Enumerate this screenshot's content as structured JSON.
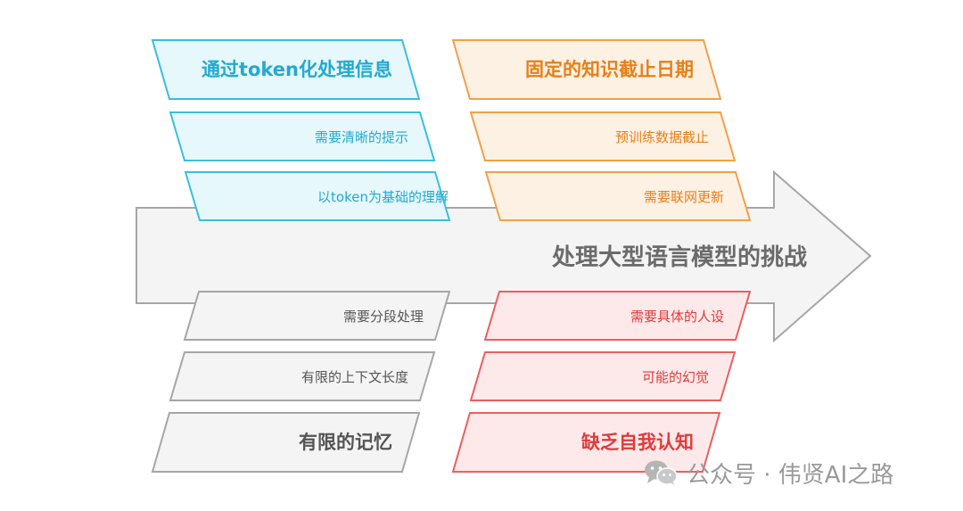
{
  "diagram": {
    "spine_title": "处理大型语言模型的挑战",
    "categories": {
      "top_left": {
        "header": "通过token化处理信息",
        "items": [
          "需要清晰的提示",
          "以token为基础的理解"
        ]
      },
      "top_right": {
        "header": "固定的知识截止日期",
        "items": [
          "预训练数据截止",
          "需要联网更新"
        ]
      },
      "bottom_left": {
        "header": "有限的记忆",
        "items": [
          "需要分段处理",
          "有限的上下文长度"
        ]
      },
      "bottom_right": {
        "header": "缺乏自我认知",
        "items": [
          "需要具体的人设",
          "可能的幻觉"
        ]
      }
    },
    "colors": {
      "cyan_fill": "#e6f8fc",
      "cyan_stroke": "#3bbde0",
      "cyan_text": "#23a9cf",
      "orange_fill": "#fdf1e4",
      "orange_stroke": "#f0a04b",
      "orange_text": "#e87f17",
      "gray_fill": "#f4f4f4",
      "gray_stroke": "#a6a6a6",
      "gray_text": "#555555",
      "red_fill": "#fde9e9",
      "red_stroke": "#ea5f5f",
      "red_text": "#e03a3a",
      "spine_fill": "#f4f4f4",
      "spine_stroke": "#a6a6a6",
      "spine_text": "#6b6b6b"
    }
  },
  "watermark": {
    "text": "公众号 · 伟贤AI之路",
    "icon": "wechat-icon"
  }
}
